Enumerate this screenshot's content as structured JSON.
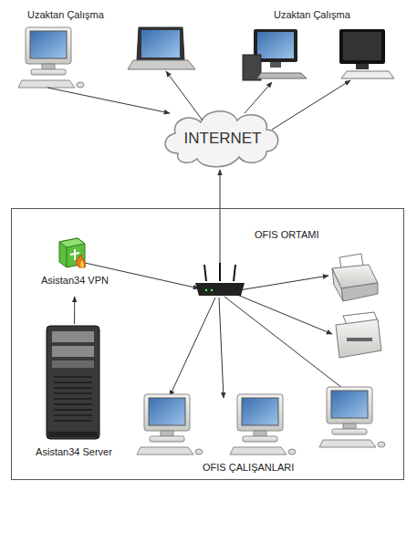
{
  "diagram": {
    "nodes": [
      {
        "text": [
          "INTERNET"
        ]
      },
      {
        "text": [
          "OFIS ORTAMI"
        ]
      },
      {
        "text": [
          "Asistan34 VPN"
        ],
        "in": 1
      },
      {
        "text": [
          "Asistan34 Server"
        ],
        "in": 1
      }
    ],
    "edges": [
      {
        "from": 3,
        "to": 2,
        "arrow": "to"
      }
    ],
    "labels": [
      "Uzaktan Çalışma",
      "Uzaktan Çalışma",
      "OFIS ÇALIŞANLARI"
    ]
  }
}
